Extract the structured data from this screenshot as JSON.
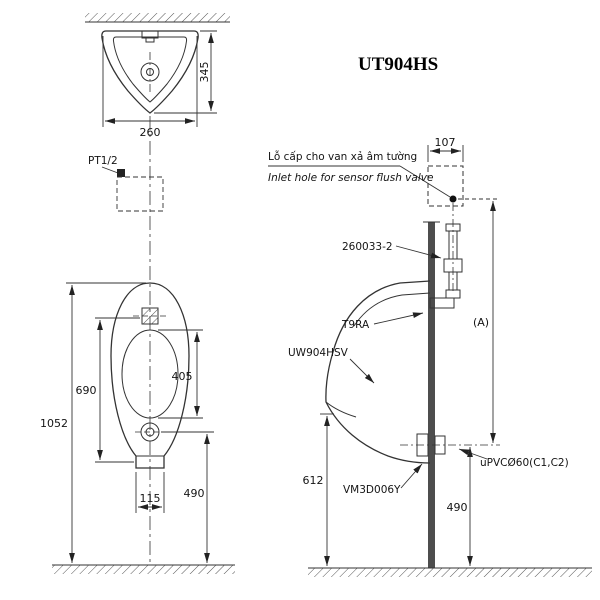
{
  "title": "UT904HS",
  "top_view": {
    "width": "260",
    "depth": "345"
  },
  "detail": {
    "thread_label": "PT1/2"
  },
  "front_view": {
    "total_height": "1052",
    "mid_height": "690",
    "opening_height": "405",
    "drain_height": "490",
    "outlet_width": "115"
  },
  "side_view": {
    "inlet_offset": "107",
    "inlet_label_vi": "Lỗ cấp cho van xả âm tường",
    "inlet_label_en": "Inlet hole for sensor flush valve",
    "valve_part": "260033-2",
    "spud_part": "T9RA",
    "body_part": "UW904HSV",
    "drain_pipe_label": "uPVCØ60(C1,C2)",
    "outlet_part": "VM3D006Y",
    "dim_a": "(A)",
    "lip_height": "612",
    "outlet_height": "490"
  }
}
